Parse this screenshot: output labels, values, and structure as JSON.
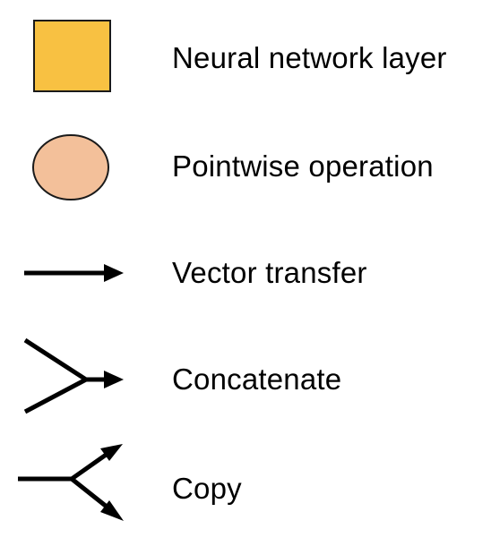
{
  "colors": {
    "layer_fill": "#F8C142",
    "layer_stroke": "#1a1a1a",
    "pointwise_fill": "#F3C09A",
    "pointwise_stroke": "#1a1a1a",
    "line": "#000000"
  },
  "legend": {
    "items": [
      {
        "label": "Neural network layer",
        "icon": "square-layer-icon"
      },
      {
        "label": "Pointwise operation",
        "icon": "circle-pointwise-icon"
      },
      {
        "label": "Vector transfer",
        "icon": "arrow-right-icon"
      },
      {
        "label": "Concatenate",
        "icon": "merge-arrow-icon"
      },
      {
        "label": "Copy",
        "icon": "split-arrow-icon"
      }
    ]
  }
}
